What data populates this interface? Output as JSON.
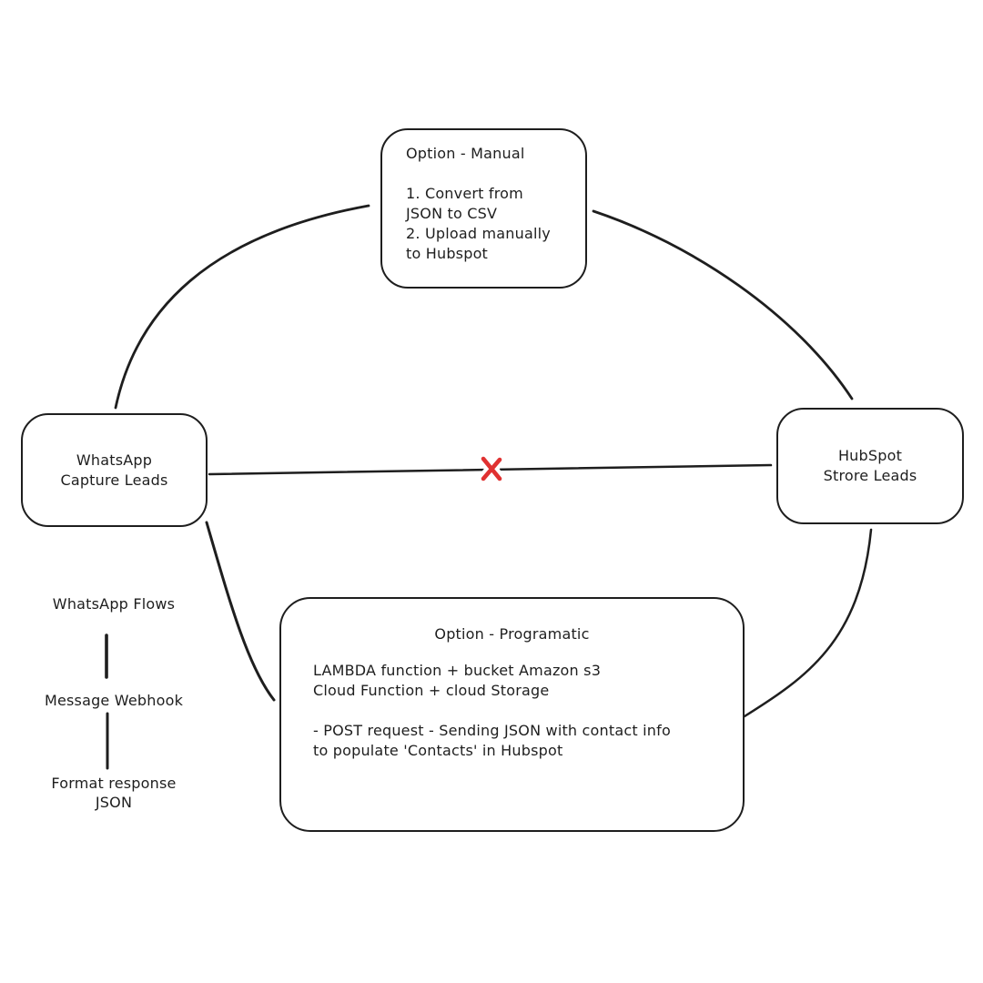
{
  "diagram": {
    "nodes": {
      "whatsapp": {
        "line1": "WhatsApp",
        "line2": "Capture Leads"
      },
      "hubspot": {
        "line1": "HubSpot",
        "line2": "Strore Leads"
      },
      "manual": {
        "title": "Option - Manual",
        "steps": [
          "1. Convert from",
          "JSON to CSV",
          "2. Upload manually",
          "to Hubspot"
        ]
      },
      "programatic": {
        "title": "Option - Programatic",
        "lines": [
          "LAMBDA function + bucket Amazon s3",
          "Cloud Function + cloud Storage",
          "- POST request - Sending JSON with contact info",
          "to populate 'Contacts' in Hubspot"
        ]
      }
    },
    "side_flow": {
      "step1": "WhatsApp Flows",
      "step2": "Message Webhook",
      "step3_line1": "Format response",
      "step3_line2": "JSON"
    },
    "colors": {
      "stroke": "#1e1e1e",
      "rejected_x": "#e03131",
      "background": "#ffffff"
    }
  }
}
